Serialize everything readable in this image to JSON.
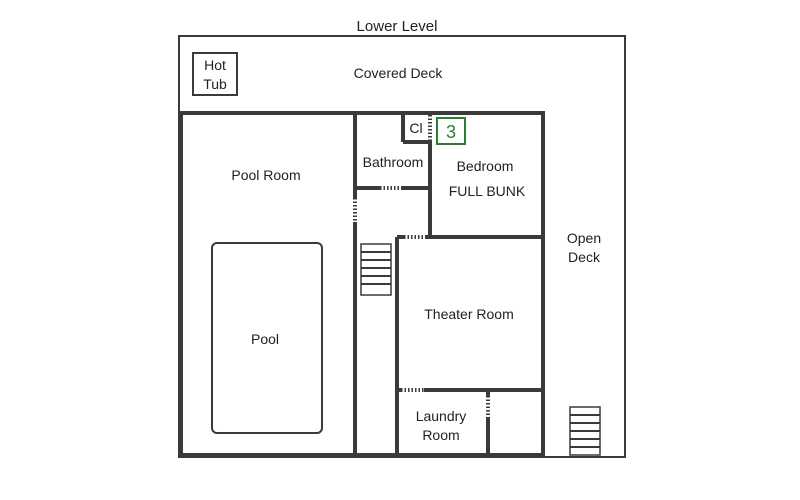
{
  "title": "Lower Level",
  "rooms": {
    "hot_tub": [
      "Hot",
      "Tub"
    ],
    "covered_deck": "Covered Deck",
    "pool_room": "Pool Room",
    "pool": "Pool",
    "bathroom": "Bathroom",
    "closet": "Cl",
    "bedroom_number": "3",
    "bedroom": "Bedroom",
    "bedroom_bed": "FULL BUNK",
    "open_deck": [
      "Open",
      "Deck"
    ],
    "theater_room": "Theater Room",
    "laundry_room": [
      "Laundry",
      "Room"
    ]
  },
  "colors": {
    "wall": "#3a3a3a",
    "bedroom_number": "#2e7d32"
  }
}
